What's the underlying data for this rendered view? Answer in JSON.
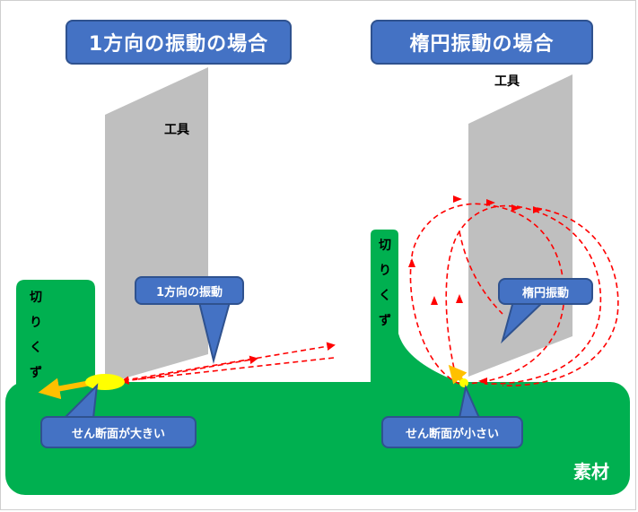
{
  "left": {
    "title": "1方向の振動の場合",
    "tool_label": "工具",
    "chip_label": [
      "切",
      "り",
      "く",
      "ず"
    ],
    "vibration_callout": "1方向の振動",
    "section_callout": "せん断面が大きい"
  },
  "right": {
    "title": "楕円振動の場合",
    "tool_label": "工具",
    "chip_label": [
      "切",
      "り",
      "く",
      "ず"
    ],
    "vibration_callout": "楕円振動",
    "section_callout": "せん断面が小さい"
  },
  "material_label": "素材",
  "colors": {
    "material": "#00b050",
    "tool": "#bfbfbf",
    "callout_fill": "#4472c4",
    "callout_border": "#2f528f",
    "trajectory": "#ff0000",
    "shear_zone": "#ffff00",
    "chip_flow_arrow": "#ffc000"
  }
}
